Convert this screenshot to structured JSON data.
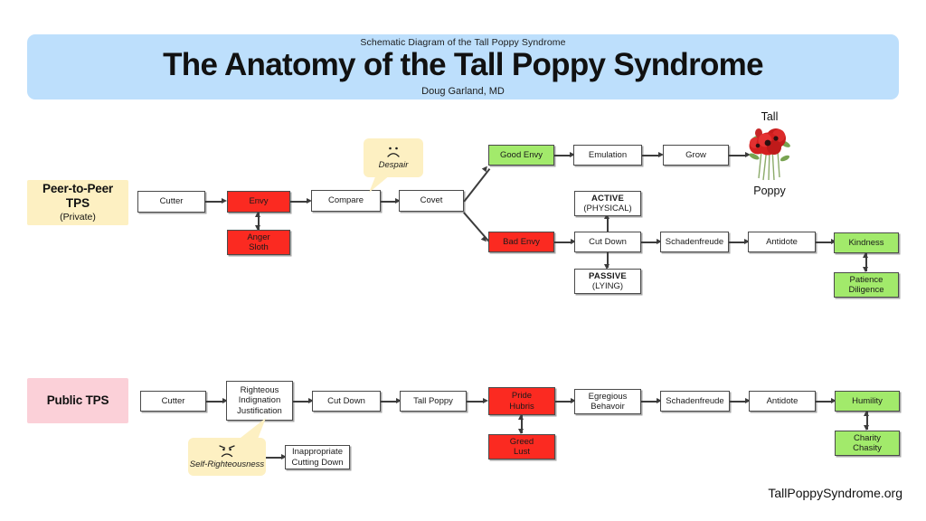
{
  "header": {
    "eyebrow": "Schematic Diagram of the Tall Poppy Syndrome",
    "title": "The Anatomy of the Tall Poppy Syndrome",
    "author": "Doug Garland, MD",
    "bar_color": "#bddffc"
  },
  "colors": {
    "green": "#a2ea6b",
    "red": "#fb2a21",
    "yellow_chip": "#fdf0c2",
    "pink_chip": "#fbd0d8",
    "callout_yellow": "#fdf0c2",
    "line": "#3c3c3c"
  },
  "sections": {
    "peer": {
      "line1": "Peer-to-Peer",
      "line2": "TPS",
      "line3": "(Private)",
      "bg": "#fdf0c2"
    },
    "public": {
      "line1": "Public TPS",
      "line2": "",
      "line3": "",
      "bg": "#fbd0d8"
    }
  },
  "peer_flow": {
    "cutter": "Cutter",
    "envy": "Envy",
    "anger_sloth": {
      "line1": "Anger",
      "line2": "Sloth"
    },
    "compare": "Compare",
    "covet": "Covet",
    "good_envy": "Good Envy",
    "emulation": "Emulation",
    "grow": "Grow",
    "bad_envy": "Bad Envy",
    "cut_down": "Cut Down",
    "active": {
      "line1": "ACTIVE",
      "line2": "(PHYSICAL)"
    },
    "passive": {
      "line1": "PASSIVE",
      "line2": "(LYING)"
    },
    "schadenfreude": "Schadenfreude",
    "antidote": "Antidote",
    "kindness": "Kindness",
    "patience_diligence": {
      "line1": "Patience",
      "line2": "Diligence"
    },
    "despair_callout": {
      "face": "despair-face",
      "label": "Despair"
    }
  },
  "poppy": {
    "top_label": "Tall",
    "bottom_label": "Poppy",
    "icon": "poppy-flower-illustration"
  },
  "public_flow": {
    "cutter": "Cutter",
    "righteous": {
      "line1": "Righteous",
      "line2": "Indignation",
      "line3": "Justification"
    },
    "cut_down": "Cut Down",
    "tall_poppy": "Tall Poppy",
    "pride_hubris": {
      "line1": "Pride",
      "line2": "Hubris"
    },
    "greed_lust": {
      "line1": "Greed",
      "line2": "Lust"
    },
    "egregious": {
      "line1": "Egregious",
      "line2": "Behavoir"
    },
    "schadenfreude": "Schadenfreude",
    "antidote": "Antidote",
    "humility": "Humility",
    "charity_chasity": {
      "line1": "Charity",
      "line2": "Chasity"
    },
    "self_righteous_callout": {
      "face": "self-righteous-face",
      "label": "Self-Righteousness"
    },
    "inappropriate": {
      "line1": "Inappropriate",
      "line2": "Cutting Down"
    }
  },
  "footer": {
    "site": "TallPoppySyndrome.org"
  }
}
